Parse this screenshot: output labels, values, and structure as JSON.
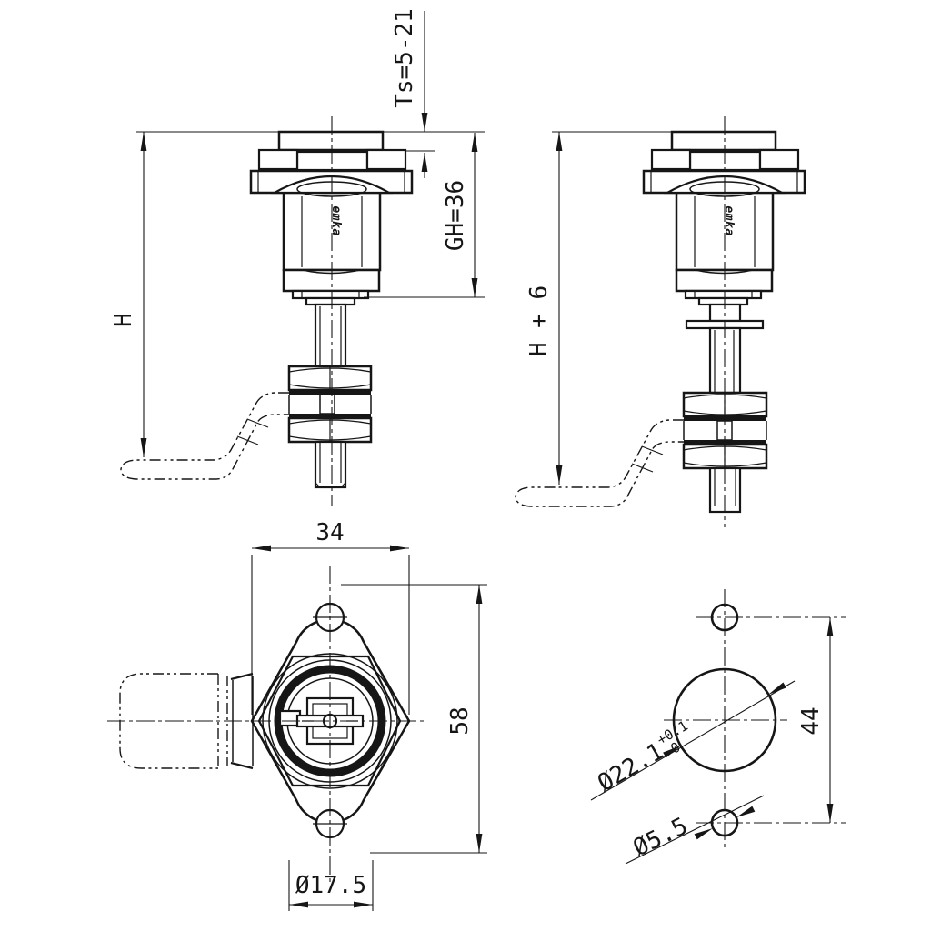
{
  "drawing": {
    "background": "#ffffff",
    "line_color": "#161616",
    "brand_logo": "emka",
    "views": {
      "side_left": {
        "height_dim": "H",
        "grip_range_dim": "Ts=5-21",
        "housing_height_dim": "GH=36"
      },
      "side_right": {
        "height_dim": "H + 6"
      },
      "front": {
        "width_dim": "34",
        "height_dim": "58",
        "lobe_diameter_dim": "Ø17.5"
      },
      "cutout": {
        "hole_diameter_dim": "Ø22.1",
        "tolerance_upper": "+0.1",
        "tolerance_lower": "0",
        "screw_hole_dim": "Ø5.5",
        "hole_spacing_dim": "44"
      }
    }
  }
}
